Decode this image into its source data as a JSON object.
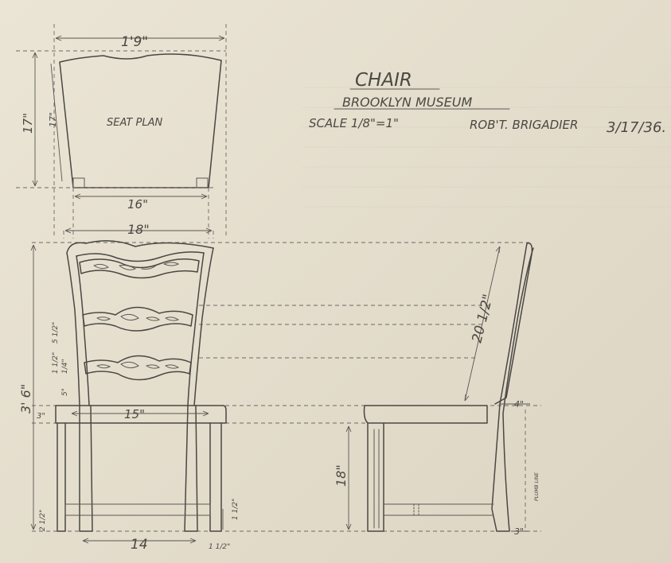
{
  "title": {
    "main": "CHAIR",
    "museum": "BROOKLYN MUSEUM",
    "scale": "SCALE 1/8\"=1\"",
    "author": "ROB'T. BRIGADIER",
    "date": "3/17/36."
  },
  "seat_plan": {
    "label": "SEAT PLAN",
    "width_top": "1'9\"",
    "depth_left": "17\"",
    "depth_inner": "17\"",
    "width_back": "16\""
  },
  "front_view": {
    "crest_width": "18\"",
    "total_height": "3' 6\"",
    "splat_spacings": [
      "5 1/2\"",
      "1 1/2\"",
      "5\"",
      "1/4\""
    ],
    "seat_rail": "3\"",
    "seat_width": "15\"",
    "leg_spread": "14",
    "stretcher": "1 1/2\"",
    "foot_height": "2 1/2\"",
    "leg_width": "1 1/2\""
  },
  "side_view": {
    "back_length": "20 1/2\"",
    "seat_height": "18\"",
    "back_offset": "4\"",
    "rear_foot": "3\"",
    "plumb_line": "PLUMB LINE"
  },
  "colors": {
    "paper": "#e6dfcf",
    "pencil": "#4a4743"
  }
}
